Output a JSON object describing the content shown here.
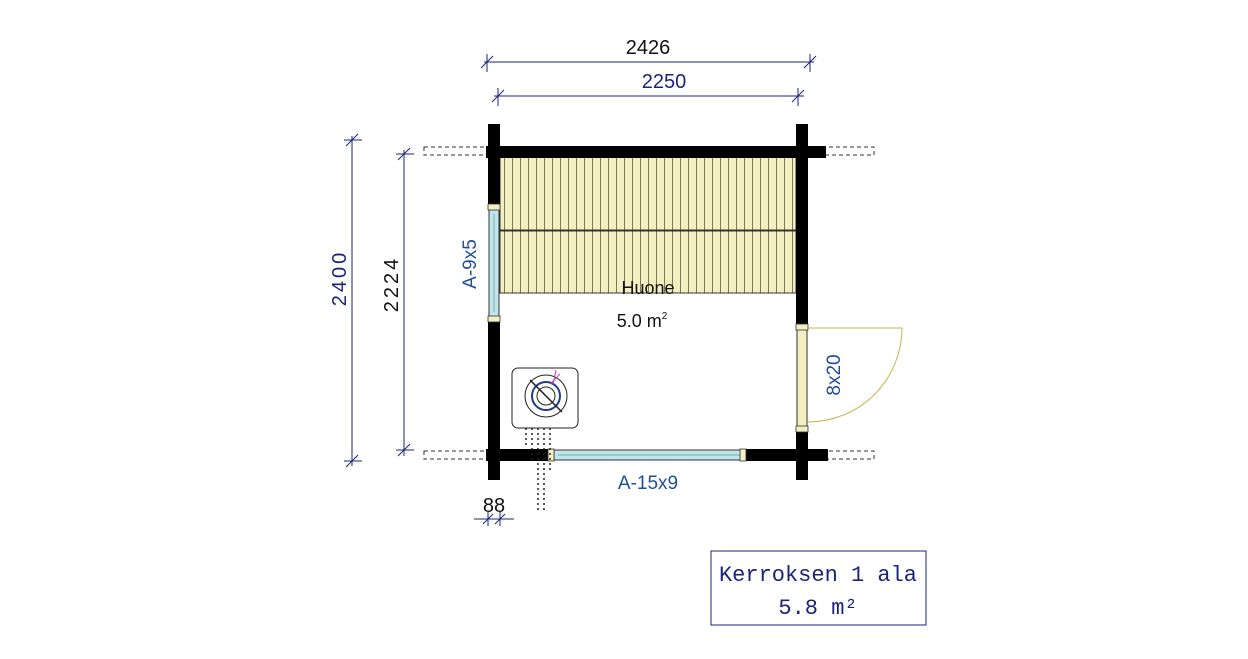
{
  "dimensions": {
    "outer_width": "2426",
    "inner_width": "2250",
    "outer_height": "2400",
    "inner_height": "2224",
    "wall_thickness": "88"
  },
  "openings": {
    "window_left": "A-9x5",
    "window_bottom": "A-15x9",
    "door_right": "8x20"
  },
  "room": {
    "name": "Huone",
    "area_value": "5.0 m",
    "area_exponent": "2"
  },
  "summary": {
    "title": "Kerroksen 1 ala",
    "area": "5.8 m²"
  },
  "colors": {
    "wall": "#000000",
    "bench": "#f3efc0",
    "glass": "#bfe6ea",
    "door_arc": "#c8b450",
    "dimension_blue": "#1a237e",
    "label_blue": "#1f4e9a"
  },
  "icons": {
    "stove": "sauna-stove-icon"
  }
}
